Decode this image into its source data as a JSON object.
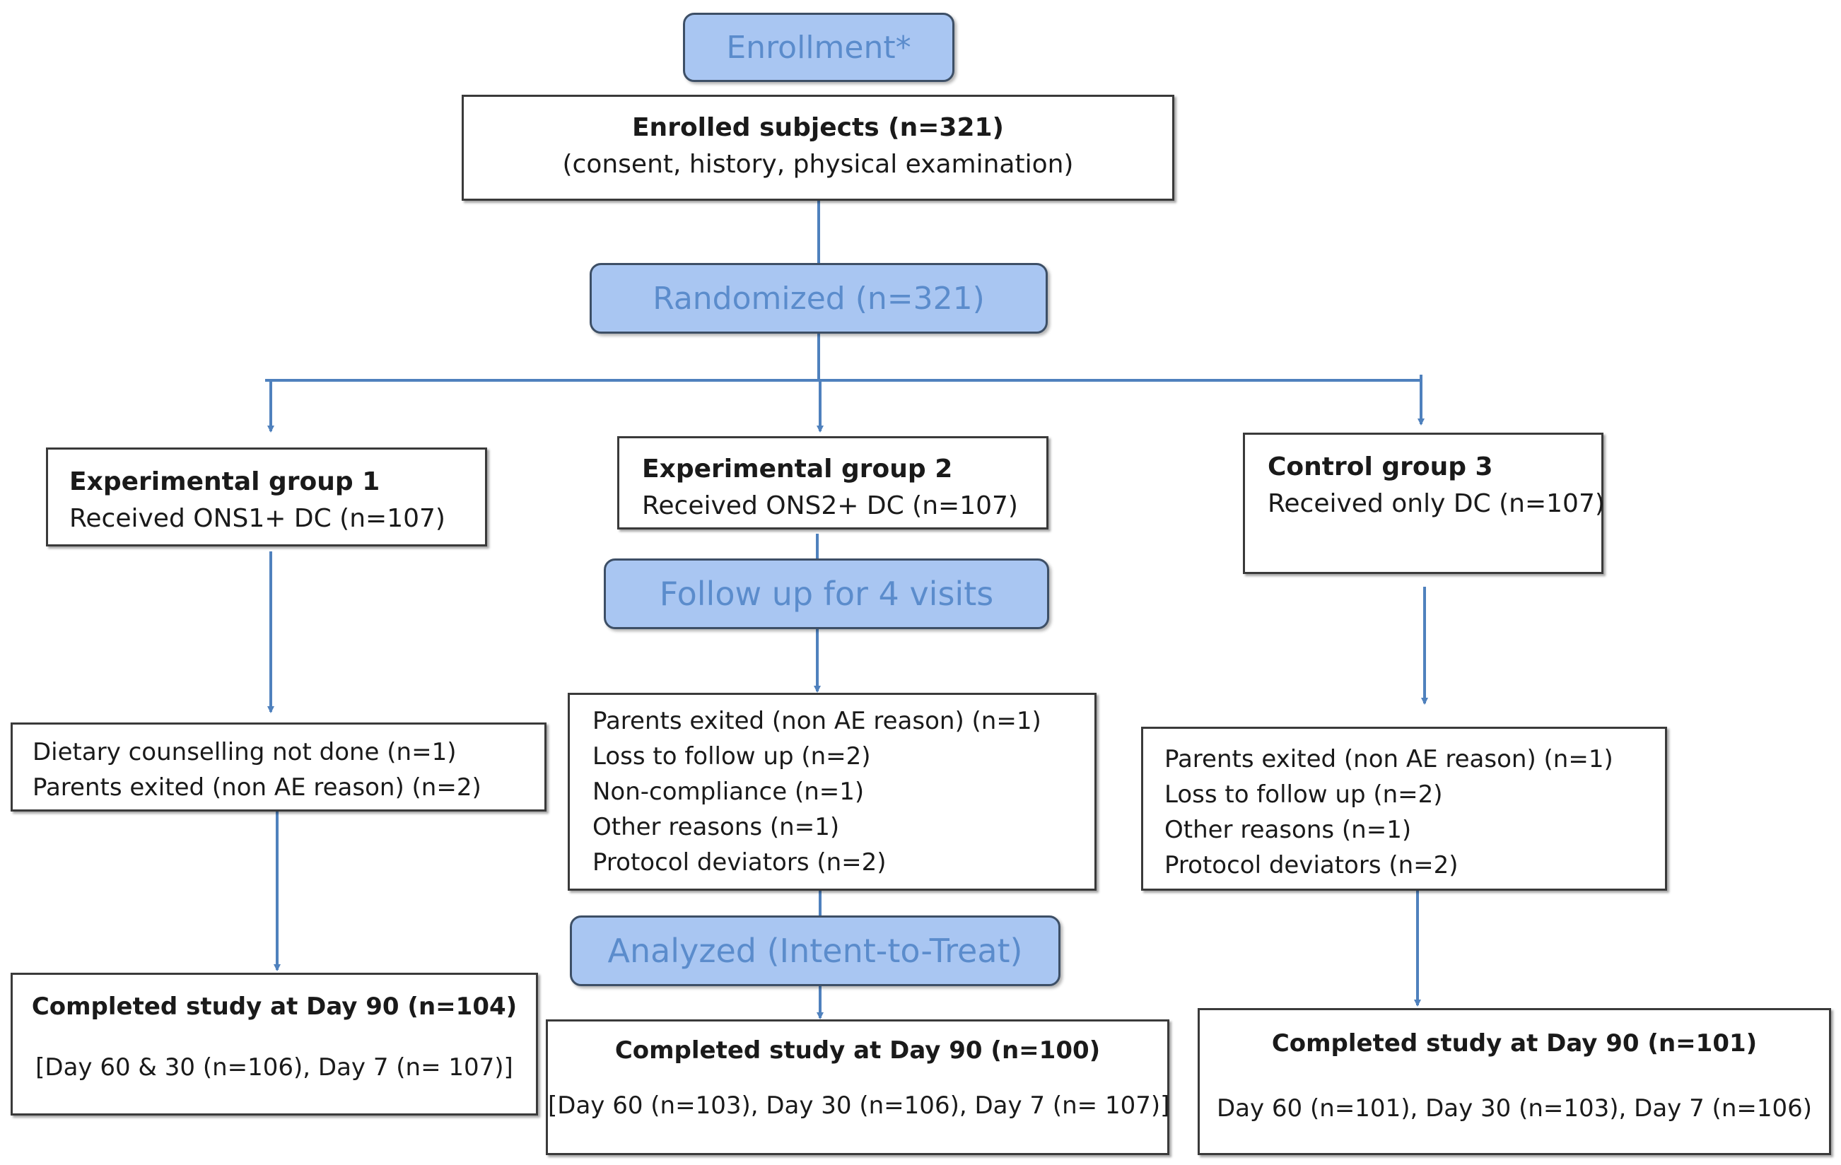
{
  "colors": {
    "stage_fill": "#a9c6f2",
    "stage_text": "#5b8ccc",
    "arrow": "#4f81bd",
    "box_border": "#3a3a3a"
  },
  "stages": {
    "enrollment": "Enrollment*",
    "randomized": "Randomized (n=321)",
    "follow_up": "Follow up for 4 visits",
    "analyzed": "Analyzed (Intent-to-Treat)"
  },
  "enrolled": {
    "title": "Enrolled subjects (n=321)",
    "detail": "(consent, history, physical examination)"
  },
  "groups": [
    {
      "title": "Experimental group 1",
      "detail": "Received ONS1+ DC (n=107)"
    },
    {
      "title": "Experimental group 2",
      "detail": "Received ONS2+ DC (n=107)"
    },
    {
      "title": "Control group 3",
      "detail": "Received only DC (n=107)"
    }
  ],
  "exclusions": [
    [
      "Dietary counselling not done (n=1)",
      "Parents exited (non AE reason) (n=2)"
    ],
    [
      "Parents exited (non AE reason) (n=1)",
      "Loss to follow up (n=2)",
      "Non-compliance (n=1)",
      "Other reasons (n=1)",
      "Protocol deviators (n=2)"
    ],
    [
      "Parents exited (non AE reason) (n=1)",
      "Loss to follow up (n=2)",
      "Other reasons (n=1)",
      "Protocol deviators (n=2)"
    ]
  ],
  "completed": [
    {
      "title": "Completed study at Day 90 (n=104)",
      "detail": "[Day 60 & 30 (n=106), Day 7 (n= 107)]"
    },
    {
      "title": "Completed study at Day 90 (n=100)",
      "detail": "[Day 60 (n=103), Day 30 (n=106), Day 7 (n= 107)]"
    },
    {
      "title": "Completed study at Day 90 (n=101)",
      "detail": "Day 60 (n=101), Day 30 (n=103), Day 7 (n=106)"
    }
  ]
}
